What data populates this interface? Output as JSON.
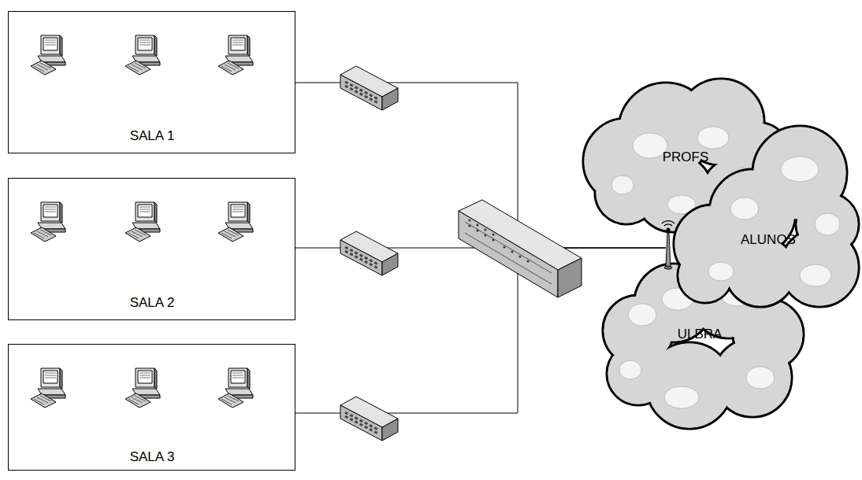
{
  "diagram": {
    "nodes": [
      {
        "text": [
          "SALA 1"
        ]
      },
      {
        "text": [
          "SALA 2"
        ]
      },
      {
        "text": [
          "SALA 3"
        ]
      },
      {
        "text": [
          "PROFS"
        ]
      },
      {
        "text": [
          "ALUNOS"
        ]
      },
      {
        "text": [
          "ULBRA"
        ]
      }
    ],
    "edges": [
      {
        "from": 0,
        "to": 4,
        "arrow": "none"
      },
      {
        "from": 1,
        "to": 4,
        "arrow": "none"
      },
      {
        "from": 2,
        "to": 4,
        "arrow": "none"
      }
    ]
  }
}
